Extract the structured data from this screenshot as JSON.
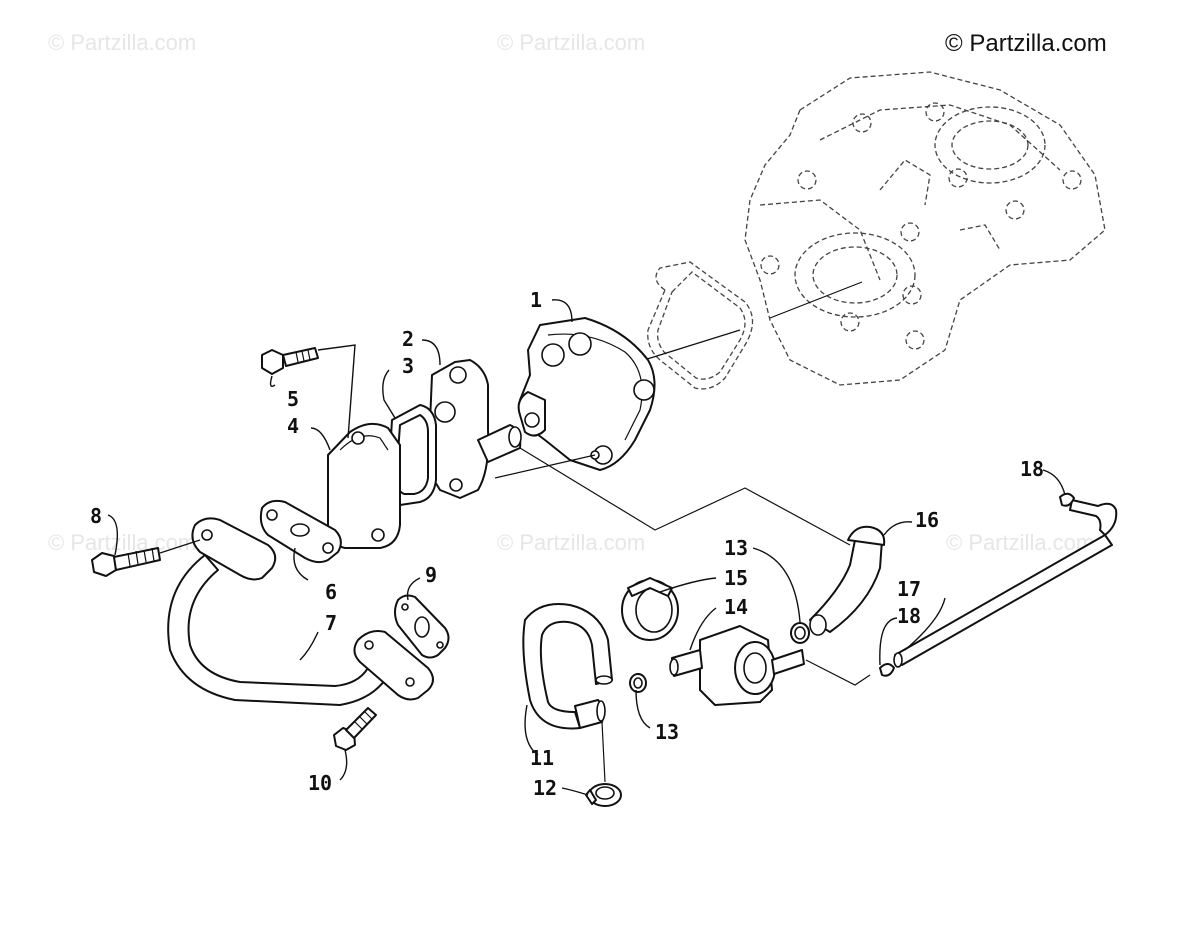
{
  "watermarks": {
    "copyright_main": "© Partzilla.com",
    "faint": [
      "© Partzilla.com",
      "© Partzilla.com",
      "© Partzilla.com",
      "© Partzilla.com",
      "© Partzilla.com"
    ]
  },
  "callouts": {
    "c1": "1",
    "c2": "2",
    "c3": "3",
    "c4": "4",
    "c5": "5",
    "c6": "6",
    "c7": "7",
    "c8": "8",
    "c9": "9",
    "c10": "10",
    "c11": "11",
    "c12": "12",
    "c13a": "13",
    "c13b": "13",
    "c14": "14",
    "c15": "15",
    "c16": "16",
    "c17": "17",
    "c18a": "18",
    "c18b": "18"
  },
  "colors": {
    "line": "#111111",
    "ghost": "#444444",
    "watermark": "#e6e6e6",
    "background": "#ffffff"
  }
}
